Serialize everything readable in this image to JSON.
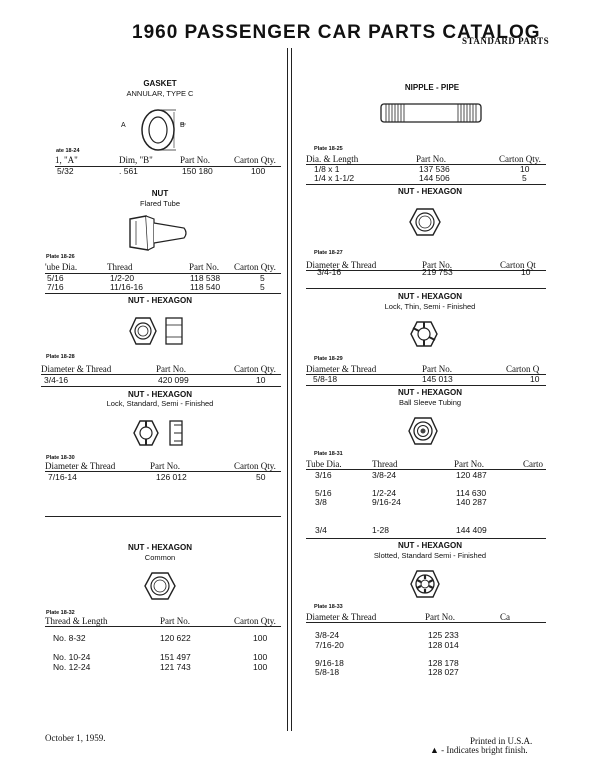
{
  "header": {
    "title": "1960 PASSENGER CAR PARTS CATALOG",
    "subtitle": "STANDARD PARTS"
  },
  "left": {
    "gasket": {
      "title": "GASKET",
      "sub": "ANNULAR, TYPE C",
      "plate": "ate 18-24",
      "label_a": "A",
      "label_b": "B",
      "headers": [
        "1, \"A\"",
        "Dim, \"B\"",
        "Part No.",
        "Carton Qty."
      ],
      "row": [
        "5/32",
        ". 561",
        "150 180",
        "100"
      ]
    },
    "nut_flared": {
      "title": "NUT",
      "sub": "Flared Tube",
      "plate": "Plate 18-26",
      "headers": [
        "'ube Dia.",
        "Thread",
        "Part No.",
        "Carton Qty."
      ],
      "rows": [
        [
          "5/16",
          "1/2-20",
          "118 538",
          "5"
        ],
        [
          "7/16",
          "11/16-16",
          "118 540",
          "5"
        ]
      ]
    },
    "nut_hex": {
      "title": "NUT - HEXAGON",
      "plate": "Plate 18-28",
      "headers": [
        "Diameter & Thread",
        "Part No.",
        "Carton Qty."
      ],
      "row": [
        "3/4-16",
        "420 099",
        "10"
      ]
    },
    "nut_hex_lock": {
      "title": "NUT - HEXAGON",
      "sub": "Lock, Standard, Semi - Finished",
      "plate": "Plate 18-30",
      "headers": [
        "Diameter & Thread",
        "Part No.",
        "Carton Qty."
      ],
      "row": [
        "7/16-14",
        "126 012",
        "50"
      ]
    },
    "nut_hex_common": {
      "title": "NUT - HEXAGON",
      "sub": "Common",
      "plate": "Plate 18-32",
      "headers": [
        "Thread & Length",
        "Part No.",
        "Carton Qty."
      ],
      "rows": [
        [
          "No. 8-32",
          "120 622",
          "100"
        ],
        [
          "No. 10-24",
          "151 497",
          "100"
        ],
        [
          "No. 12-24",
          "121 743",
          "100"
        ]
      ]
    }
  },
  "right": {
    "nipple": {
      "title": "NIPPLE - PIPE",
      "plate": "Plate 18-25",
      "headers": [
        "Dia. & Length",
        "Part No.",
        "Carton Qty."
      ],
      "rows": [
        [
          "1/8 x 1",
          "137 536",
          "10"
        ],
        [
          "1/4 x 1-1/2",
          "144 506",
          "5"
        ]
      ]
    },
    "nut_hex": {
      "title": "NUT - HEXAGON",
      "plate": "Plate 18-27",
      "headers": [
        "Diameter & Thread",
        "Part No.",
        "Carton Qt"
      ],
      "row": [
        "3/4-16",
        "219 753",
        "10"
      ]
    },
    "nut_hex_lock_thin": {
      "title": "NUT - HEXAGON",
      "sub": "Lock, Thin, Semi - Finished",
      "plate": "Plate 18-29",
      "headers": [
        "Diameter & Thread",
        "Part No.",
        "Carton Q"
      ],
      "row": [
        "5/8-18",
        "145 013",
        "10"
      ]
    },
    "nut_hex_ball": {
      "title": "NUT - HEXAGON",
      "sub": "Ball Sleeve Tubing",
      "plate": "Plate 18-31",
      "headers": [
        "Tube Dia.",
        "Thread",
        "Part No.",
        "Carto"
      ],
      "rows": [
        [
          "3/16",
          "3/8-24",
          "120 487"
        ],
        [
          "5/16",
          "1/2-24",
          "114 630"
        ],
        [
          "3/8",
          "9/16-24",
          "140 287"
        ],
        [
          "3/4",
          "1-28",
          "144 409"
        ]
      ]
    },
    "nut_hex_slotted": {
      "title": "NUT - HEXAGON",
      "sub": "Slotted, Standard Semi - Finished",
      "plate": "Plate 18-33",
      "headers": [
        "Diameter & Thread",
        "Part No.",
        "Ca"
      ],
      "rows": [
        [
          "3/8-24",
          "125 233"
        ],
        [
          "7/16-20",
          "128 014"
        ],
        [
          "9/16-18",
          "128 178"
        ],
        [
          "5/8-18",
          "128 027"
        ]
      ]
    }
  },
  "footer": {
    "date": "October 1, 1959.",
    "printed": "Printed in U.S.A.",
    "note": "▲ - Indicates bright finish."
  }
}
